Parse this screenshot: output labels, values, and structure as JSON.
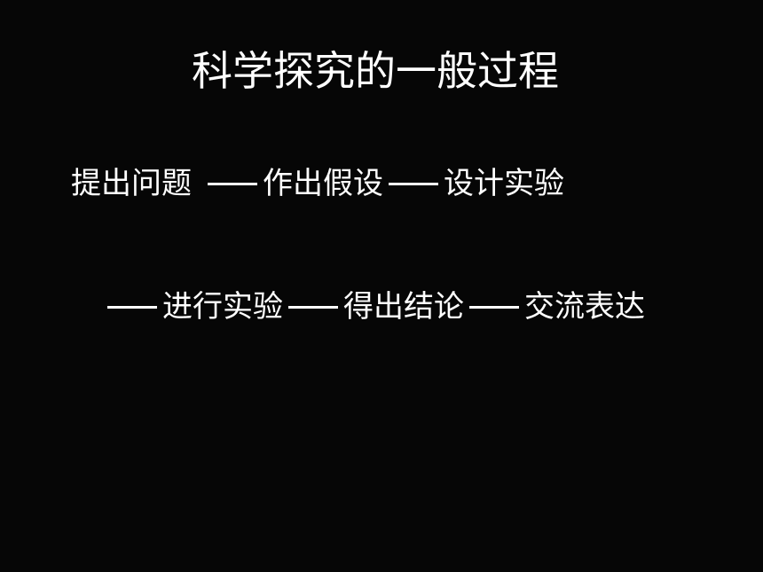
{
  "slide": {
    "title": "科学探究的一般过程",
    "row1": [
      "提出问题",
      "作出假设",
      "设计实验"
    ],
    "row2": [
      "进行实验",
      "得出结论",
      "交流表达"
    ],
    "colors": {
      "background": "#060606",
      "text": "#ffffff"
    }
  }
}
